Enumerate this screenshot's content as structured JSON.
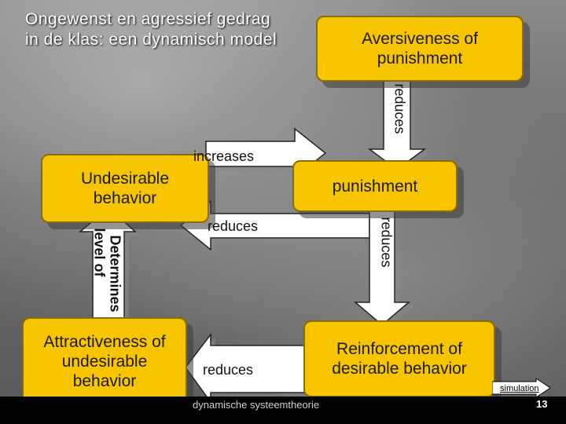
{
  "slide": {
    "title": "Ongewenst en agressief gedrag in de klas: een dynamisch model",
    "footer": "dynamische systeemtheorie",
    "page_number": "13",
    "simulation_link": "simulation"
  },
  "nodes": {
    "aversiveness": "Aversiveness of\npunishment",
    "undesirable": "Undesirable\nbehavior",
    "punishment": "punishment",
    "attractiveness": "Attractiveness of\nundesirable\nbehavior",
    "reinforcement": "Reinforcement of\ndesirable behavior"
  },
  "edges": {
    "aversiveness_to_punishment": "reduces",
    "undesirable_to_punishment": "increases",
    "punishment_to_undesirable": "reduces",
    "punishment_to_reinforcement": "reduces",
    "attractiveness_to_undesirable_line1": "Determines",
    "attractiveness_to_undesirable_line2": "level of",
    "reinforcement_to_attractiveness": "reduces"
  },
  "colors": {
    "node_fill": "#f7c400",
    "arrow_fill": "#ffffff",
    "footer_bg": "#000000"
  }
}
